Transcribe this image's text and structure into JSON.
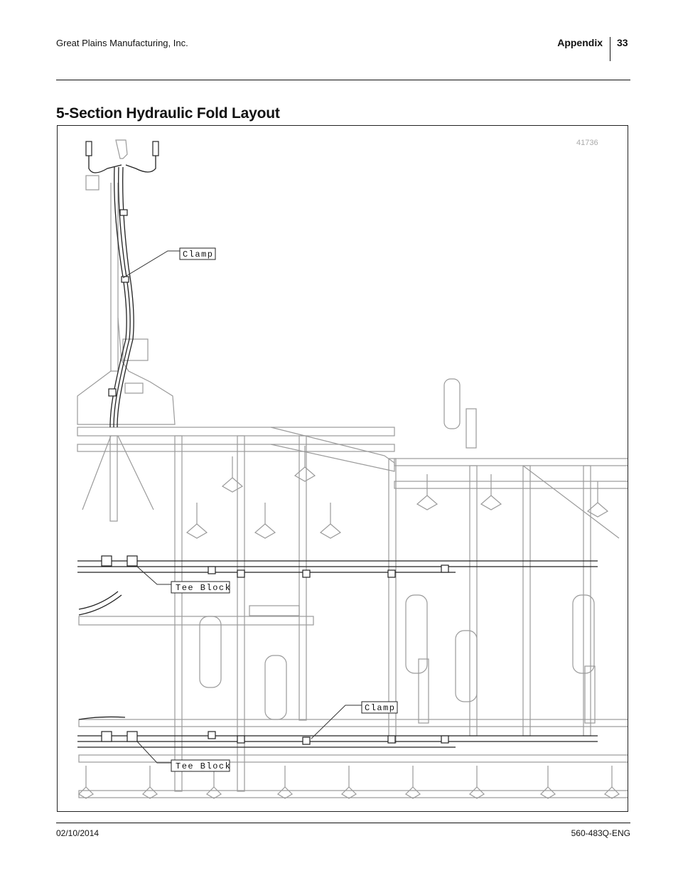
{
  "header": {
    "company": "Great Plains Manufacturing, Inc.",
    "section": "Appendix",
    "page_number": "33"
  },
  "title": "5-Section Hydraulic Fold Layout",
  "figure": {
    "figure_id": "41736",
    "callouts": {
      "clamp_top": "Clamp",
      "tee_block_upper": "Tee Block",
      "clamp_lower": "Clamp",
      "tee_block_lower": "Tee Block"
    }
  },
  "footer": {
    "date": "02/10/2014",
    "doc_number": "560-483Q-ENG"
  }
}
